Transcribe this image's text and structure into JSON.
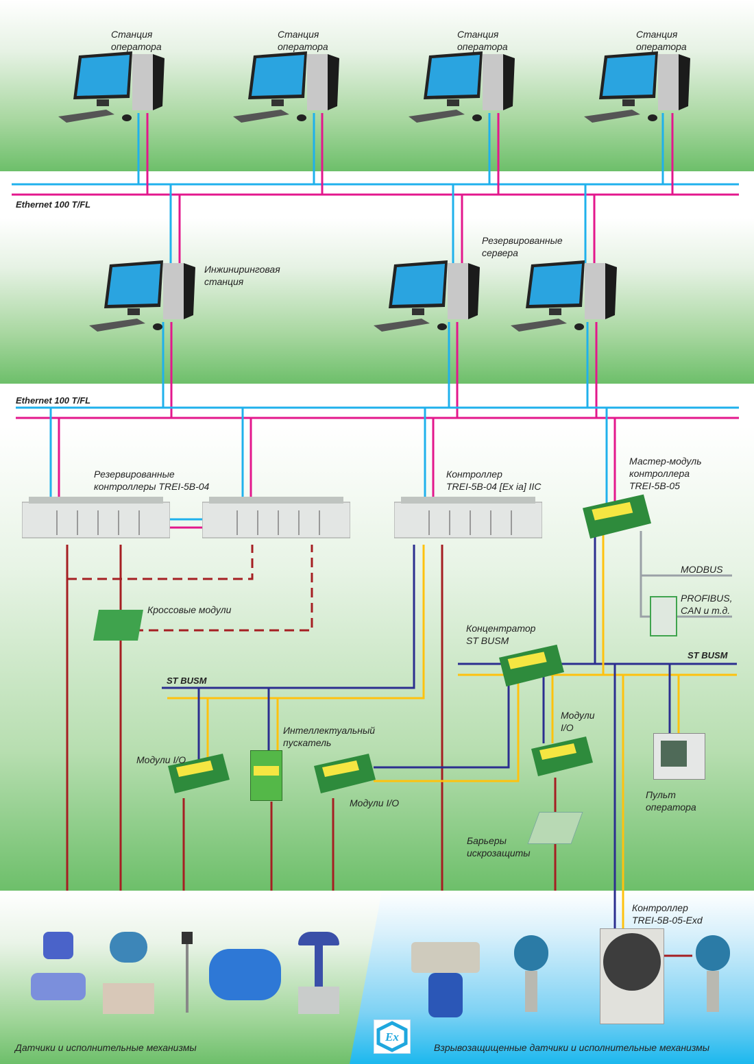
{
  "diagram": {
    "colors": {
      "ethernet_a": "#1fb1ec",
      "ethernet_b": "#e3178c",
      "st_busm_a": "#2b2e8f",
      "st_busm_b": "#ffc20e",
      "field_io": "#a51e22",
      "fieldbus": "#9aa0a6",
      "band_green": "#6dbf6a",
      "ex_blue": "#1cb8ee"
    },
    "networks": {
      "ethernet_top": "Ethernet 100 T/FL",
      "ethernet_mid": "Ethernet 100 T/FL",
      "st_busm_left": "ST BUSM",
      "st_busm_right": "ST BUSM",
      "modbus": "MODBUS",
      "profibus": "PROFIBUS,\nCAN и т.д."
    },
    "operator_stations": [
      {
        "label": "Станция\nоператора"
      },
      {
        "label": "Станция\nоператора"
      },
      {
        "label": "Станция\nоператора"
      },
      {
        "label": "Станция\nоператора"
      }
    ],
    "engineering_station": {
      "label": "Инжиниринговая\nстанция"
    },
    "redundant_servers": {
      "label": "Резервированные\nсервера"
    },
    "redundant_controllers": {
      "label": "Резервированные\nконтроллеры TREI-5B-04"
    },
    "controller_ex": {
      "label": "Контроллер\nTREI-5B-04 [Ex ia] IIC"
    },
    "master_module": {
      "label": "Мастер-модуль\nконтроллера\nTREI-5B-05"
    },
    "cross_modules": {
      "label": "Кроссовые модули"
    },
    "concentrator": {
      "label": "Концентратор\nST BUSM"
    },
    "io_modules_left": {
      "label": "Модули I/O"
    },
    "smart_starter": {
      "label": "Интеллектуальный\nпускатель"
    },
    "io_modules_mid": {
      "label": "Модули I/O"
    },
    "io_modules_right": {
      "label": "Модули\nI/O"
    },
    "barriers": {
      "label": "Барьеры\nискрозащиты"
    },
    "operator_panel": {
      "label": "Пульт\nоператора"
    },
    "controller_exd": {
      "label": "Контроллер\nTREI-5B-05-Exd"
    },
    "field_devices": {
      "label": "Датчики и исполнительные механизмы"
    },
    "ex_devices": {
      "label": "Взрывозащищенные датчики и исполнительные механизмы"
    },
    "ex_logo": {
      "text": "Ex"
    }
  }
}
